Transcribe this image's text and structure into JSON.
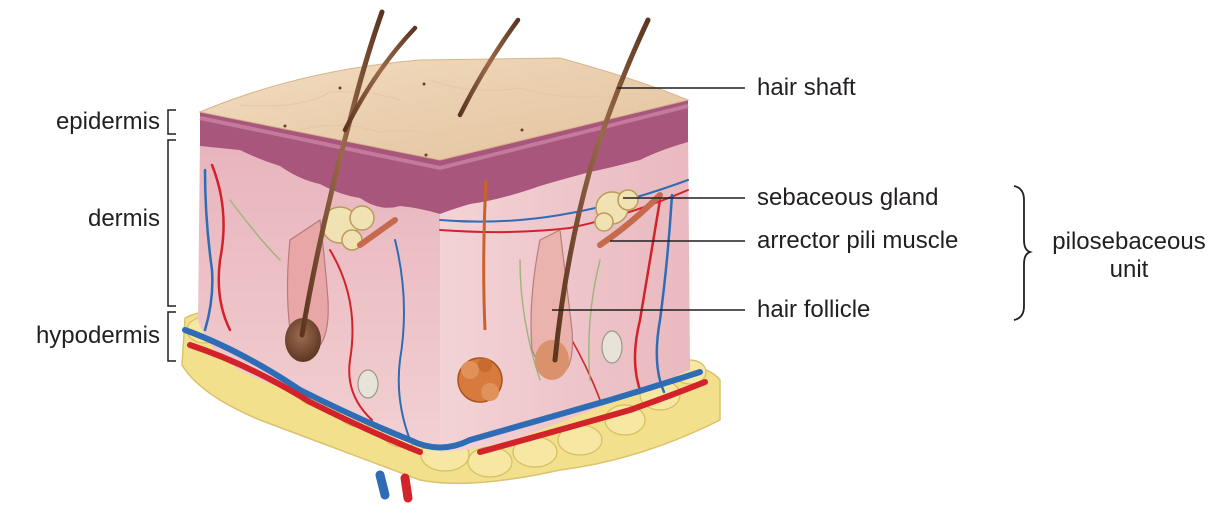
{
  "left_labels": {
    "epidermis": "epidermis",
    "dermis": "dermis",
    "hypodermis": "hypodermis"
  },
  "right_labels": {
    "hair_shaft": "hair shaft",
    "sebaceous_gland": "sebaceous gland",
    "arrector_pili_muscle": "arrector pili muscle",
    "hair_follicle": "hair follicle"
  },
  "group_label": {
    "line1": "pilosebaceous",
    "line2": "unit"
  },
  "colors": {
    "surface": "#ecd1ae",
    "dermis_front": "#eabcc0",
    "dermis_side": "#f0cbcf",
    "epidermis": "#a8567b",
    "fat": "#f3e08d",
    "artery": "#d2232a",
    "vein": "#2e6db5",
    "hair": "#7a4a2e",
    "label_line": "#231f20"
  }
}
